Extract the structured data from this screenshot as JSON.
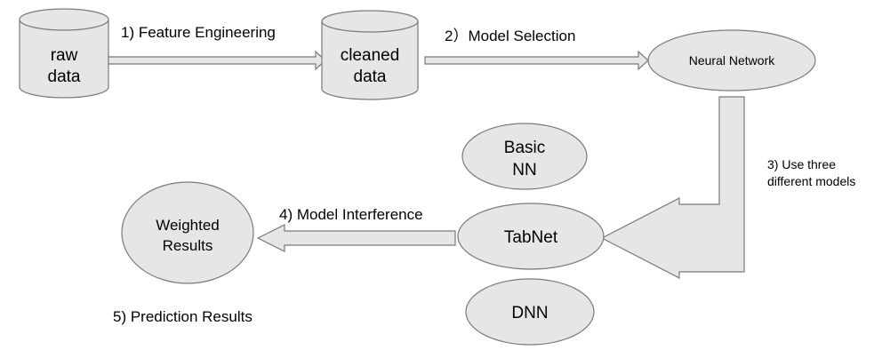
{
  "nodes": {
    "raw_data": {
      "line1": "raw",
      "line2": "data"
    },
    "cleaned_data": {
      "line1": "cleaned",
      "line2": "data"
    },
    "neural_network": {
      "label": "Neural Network"
    },
    "basic_nn": {
      "line1": "Basic",
      "line2": "NN"
    },
    "tabnet": {
      "label": "TabNet"
    },
    "dnn": {
      "label": "DNN"
    },
    "weighted_results": {
      "line1": "Weighted",
      "line2": "Results"
    }
  },
  "edges": {
    "step1": "1)  Feature Engineering",
    "step2": "2）Model Selection",
    "step3_line1": "3) Use three",
    "step3_line2": "different models",
    "step4": "4) Model Interference",
    "step5": "5) Prediction Results"
  },
  "colors": {
    "shape_fill": "#e6e6e6",
    "stroke": "#7a7a7a",
    "text": "#000000",
    "background": "#ffffff"
  }
}
